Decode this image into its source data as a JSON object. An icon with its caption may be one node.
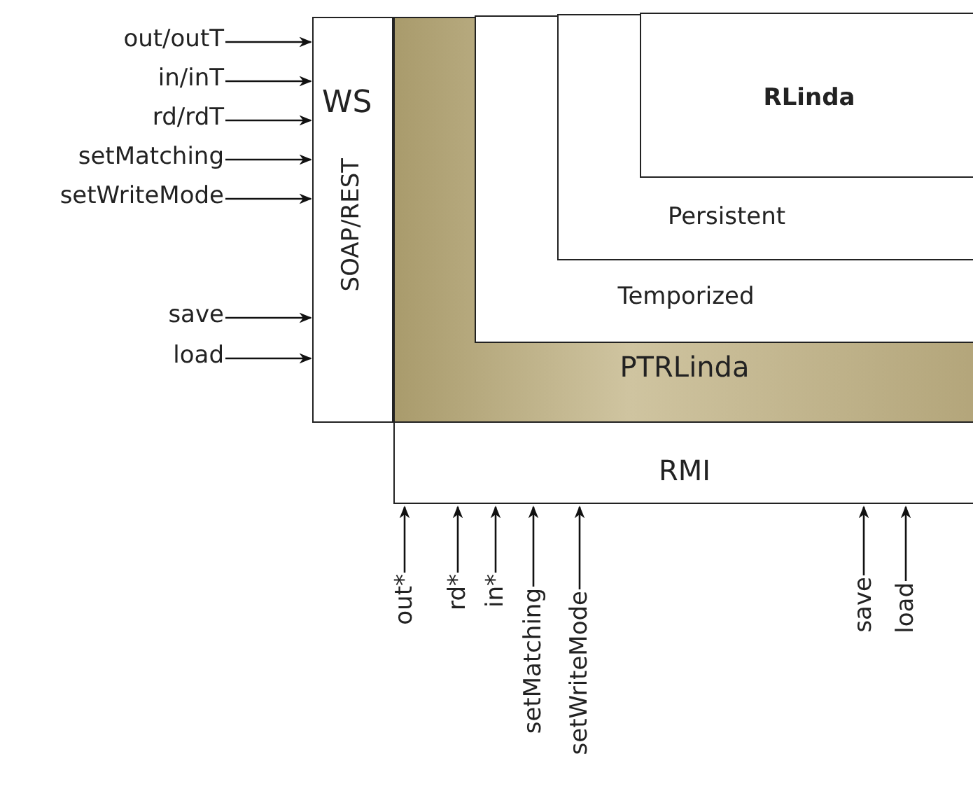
{
  "diagram": {
    "nodes": [
      {
        "text": [
          "WS",
          "SOAP/REST"
        ]
      },
      {
        "text": [
          "PTRLinda"
        ]
      },
      {
        "text": [
          "Temporized"
        ],
        "in": 1
      },
      {
        "text": [
          "Persistent"
        ],
        "in": 2
      },
      {
        "text": [
          "RLinda"
        ],
        "in": 3
      },
      {
        "text": [
          "RMI"
        ]
      },
      {
        "text": [
          "out/outT"
        ]
      },
      {
        "text": [
          "in/inT"
        ]
      },
      {
        "text": [
          "rd/rdT"
        ]
      },
      {
        "text": [
          "setMatching"
        ]
      },
      {
        "text": [
          "setWriteMode"
        ]
      },
      {
        "text": [
          "save"
        ]
      },
      {
        "text": [
          "load"
        ]
      },
      {
        "text": [
          "out*"
        ]
      },
      {
        "text": [
          "rd*"
        ]
      },
      {
        "text": [
          "in*"
        ]
      },
      {
        "text": [
          "setMatching"
        ]
      },
      {
        "text": [
          "setWriteMode"
        ]
      },
      {
        "text": [
          "save"
        ]
      },
      {
        "text": [
          "load"
        ]
      }
    ],
    "edges": [
      {
        "from": 6,
        "to": 0,
        "arrow": "to"
      },
      {
        "from": 7,
        "to": 0,
        "arrow": "to"
      },
      {
        "from": 8,
        "to": 0,
        "arrow": "to"
      },
      {
        "from": 9,
        "to": 0,
        "arrow": "to"
      },
      {
        "from": 10,
        "to": 0,
        "arrow": "to"
      },
      {
        "from": 11,
        "to": 0,
        "arrow": "to"
      },
      {
        "from": 12,
        "to": 0,
        "arrow": "to"
      },
      {
        "from": 13,
        "to": 5,
        "arrow": "to"
      },
      {
        "from": 14,
        "to": 5,
        "arrow": "to"
      },
      {
        "from": 15,
        "to": 5,
        "arrow": "to"
      },
      {
        "from": 16,
        "to": 5,
        "arrow": "to"
      },
      {
        "from": 17,
        "to": 5,
        "arrow": "to"
      },
      {
        "from": 18,
        "to": 5,
        "arrow": "to"
      },
      {
        "from": 19,
        "to": 5,
        "arrow": "to"
      }
    ]
  }
}
